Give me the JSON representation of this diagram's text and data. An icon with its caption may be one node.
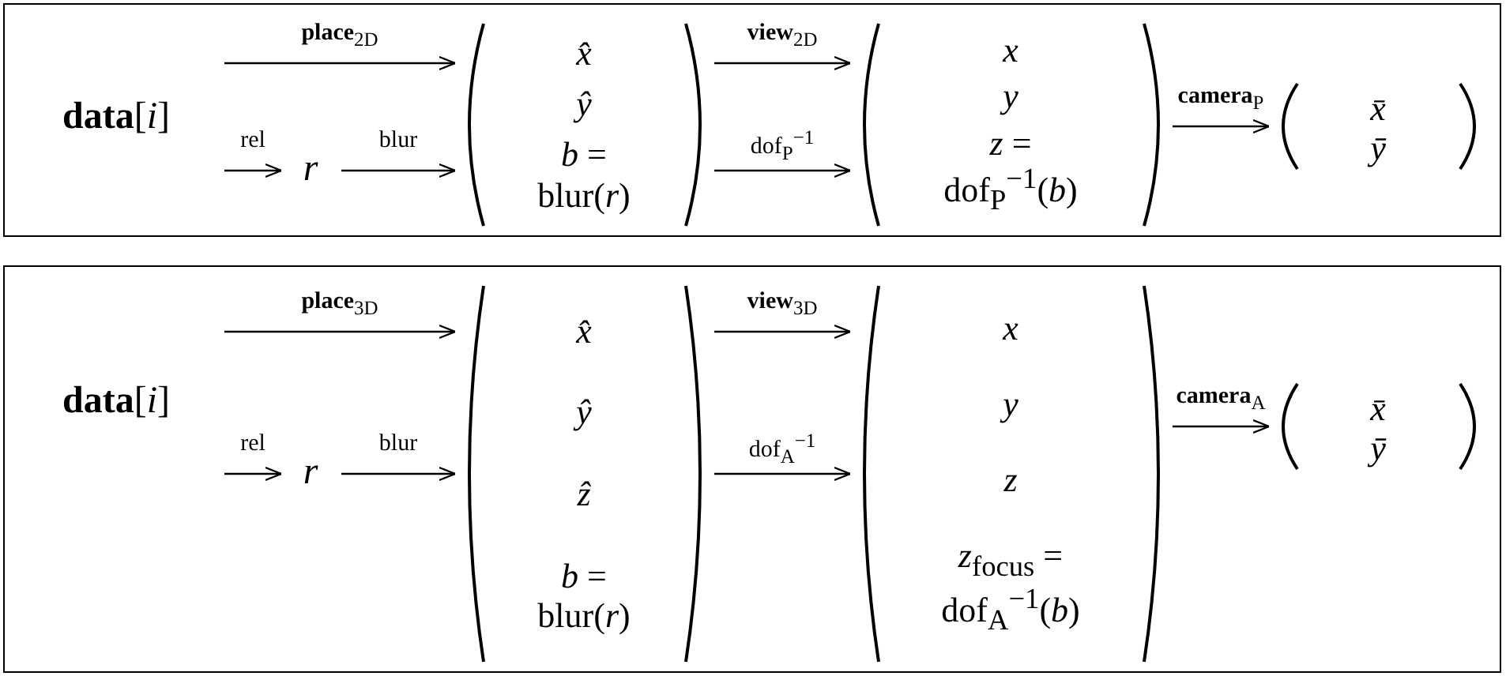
{
  "diagram": {
    "nodes": [
      {
        "text": [],
        "shape": "box"
      },
      {
        "text": [
          "**data**[*i*]"
        ],
        "in": 0
      },
      {
        "text": [
          "*r*"
        ],
        "in": 0
      },
      {
        "text": [
          "*x̂*",
          "*ŷ*",
          "*b* = blur(*r*)"
        ],
        "in": 0
      },
      {
        "text": [
          "*x*",
          "*y*",
          "*z* = dof$_{P}$$^{−1}$(*b*)"
        ],
        "in": 0
      },
      {
        "text": [
          "*x̄*",
          "*ȳ*"
        ],
        "in": 0
      },
      {
        "text": [],
        "shape": "box"
      },
      {
        "text": [
          "**data**[*i*]"
        ],
        "in": 6
      },
      {
        "text": [
          "*r*"
        ],
        "in": 6
      },
      {
        "text": [
          "*x̂*",
          "*ŷ*",
          "*ẑ*",
          "*b* = blur(*r*)"
        ],
        "in": 6
      },
      {
        "text": [
          "*x*",
          "*y*",
          "*z*",
          "*z*$_{focus}$ = dof$_{A}$$^{−1}$(*b*)"
        ],
        "in": 6
      },
      {
        "text": [
          "*x̄*",
          "*ȳ*"
        ],
        "in": 6
      }
    ],
    "edges": [
      {
        "from": 1,
        "to": 3,
        "arrow": "to",
        "label": "**place**$_{2D}$"
      },
      {
        "from": 1,
        "to": 2,
        "arrow": "to",
        "label": "rel"
      },
      {
        "from": 2,
        "to": 3,
        "arrow": "to",
        "label": "blur"
      },
      {
        "from": 3,
        "to": 4,
        "arrow": "to",
        "label": "**view**$_{2D}$"
      },
      {
        "from": 3,
        "to": 4,
        "arrow": "to",
        "label": "dof$_{P}$$^{−1}$"
      },
      {
        "from": 4,
        "to": 5,
        "arrow": "to",
        "label": "**camera**$_{P}$"
      },
      {
        "from": 7,
        "to": 9,
        "arrow": "to",
        "label": "**place**$_{3D}$"
      },
      {
        "from": 7,
        "to": 8,
        "arrow": "to",
        "label": "rel"
      },
      {
        "from": 8,
        "to": 9,
        "arrow": "to",
        "label": "blur"
      },
      {
        "from": 9,
        "to": 10,
        "arrow": "to",
        "label": "**view**$_{3D}$"
      },
      {
        "from": 9,
        "to": 10,
        "arrow": "to",
        "label": "dof$_{A}$$^{−1}$"
      },
      {
        "from": 10,
        "to": 11,
        "arrow": "to",
        "label": "**camera**$_{A}$"
      }
    ]
  }
}
